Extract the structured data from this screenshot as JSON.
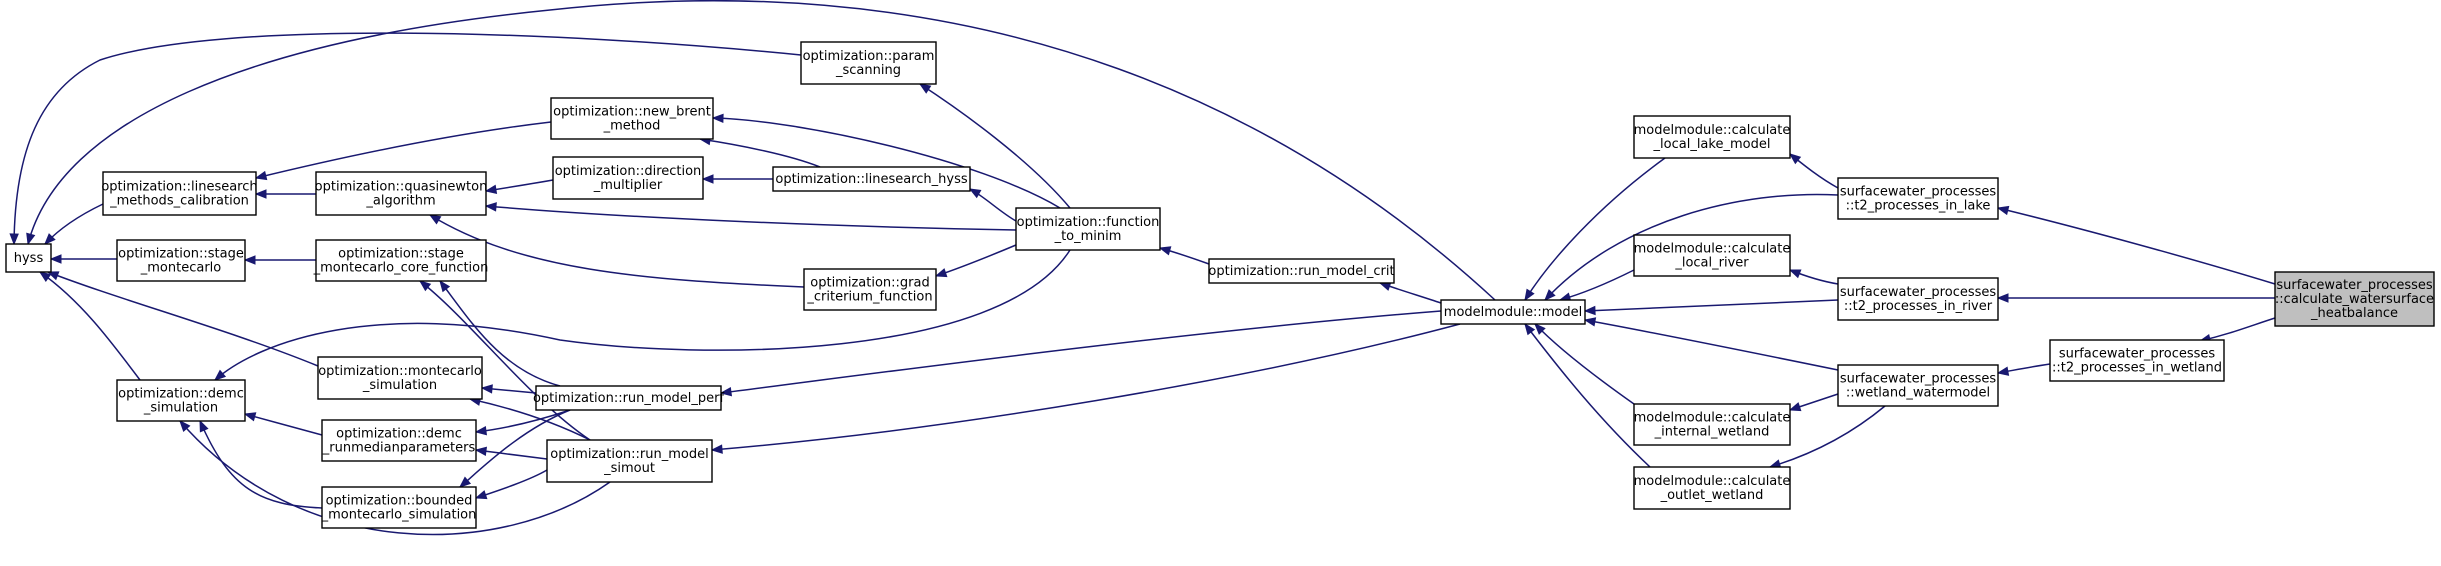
{
  "graph": {
    "direction": "right-to-left",
    "selected_node": "surfacewater_processes_calculate_watersurface_heatbalance",
    "colors": {
      "edge": "#191970",
      "border": "#000000",
      "selected_fill": "#bfbfbf",
      "fill": "#ffffff"
    },
    "nodes": [
      {
        "id": "hyss",
        "lines": [
          "hyss"
        ]
      },
      {
        "id": "optimization_linesearch_methods_calibration",
        "lines": [
          "optimization::linesearch",
          "_methods_calibration"
        ]
      },
      {
        "id": "optimization_stage_montecarlo",
        "lines": [
          "optimization::stage",
          "_montecarlo"
        ]
      },
      {
        "id": "optimization_demc_simulation",
        "lines": [
          "optimization::demc",
          "_simulation"
        ]
      },
      {
        "id": "optimization_new_brent_method",
        "lines": [
          "optimization::new_brent",
          "_method"
        ]
      },
      {
        "id": "optimization_quasinewton_algorithm",
        "lines": [
          "optimization::quasinewton",
          "_algorithm"
        ]
      },
      {
        "id": "optimization_stage_montecarlo_core_function",
        "lines": [
          "optimization::stage",
          "_montecarlo_core_function"
        ]
      },
      {
        "id": "optimization_montecarlo_simulation",
        "lines": [
          "optimization::montecarlo",
          "_simulation"
        ]
      },
      {
        "id": "optimization_demc_runmedianparameters",
        "lines": [
          "optimization::demc",
          "_runmedianparameters"
        ]
      },
      {
        "id": "optimization_bounded_montecarlo_simulation",
        "lines": [
          "optimization::bounded",
          "_montecarlo_simulation"
        ]
      },
      {
        "id": "optimization_param_scanning",
        "lines": [
          "optimization::param",
          "_scanning"
        ]
      },
      {
        "id": "optimization_direction_multiplier",
        "lines": [
          "optimization::direction",
          "_multiplier"
        ]
      },
      {
        "id": "optimization_linesearch_hyss",
        "lines": [
          "optimization::linesearch_hyss"
        ]
      },
      {
        "id": "optimization_grad_criterium_function",
        "lines": [
          "optimization::grad",
          "_criterium_function"
        ]
      },
      {
        "id": "optimization_run_model_perf",
        "lines": [
          "optimization::run_model_perf"
        ]
      },
      {
        "id": "optimization_run_model_simout",
        "lines": [
          "optimization::run_model",
          "_simout"
        ]
      },
      {
        "id": "optimization_function_to_minim",
        "lines": [
          "optimization::function",
          "_to_minim"
        ]
      },
      {
        "id": "optimization_run_model_crit",
        "lines": [
          "optimization::run_model_crit"
        ]
      },
      {
        "id": "modelmodule_model",
        "lines": [
          "modelmodule::model"
        ]
      },
      {
        "id": "modelmodule_calculate_local_lake_model",
        "lines": [
          "modelmodule::calculate",
          "_local_lake_model"
        ]
      },
      {
        "id": "modelmodule_calculate_local_river",
        "lines": [
          "modelmodule::calculate",
          "_local_river"
        ]
      },
      {
        "id": "modelmodule_calculate_internal_wetland",
        "lines": [
          "modelmodule::calculate",
          "_internal_wetland"
        ]
      },
      {
        "id": "modelmodule_calculate_outlet_wetland",
        "lines": [
          "modelmodule::calculate",
          "_outlet_wetland"
        ]
      },
      {
        "id": "surfacewater_processes_t2_processes_in_lake",
        "lines": [
          "surfacewater_processes",
          "::t2_processes_in_lake"
        ]
      },
      {
        "id": "surfacewater_processes_t2_processes_in_river",
        "lines": [
          "surfacewater_processes",
          "::t2_processes_in_river"
        ]
      },
      {
        "id": "surfacewater_processes_wetland_watermodel",
        "lines": [
          "surfacewater_processes",
          "::wetland_watermodel"
        ]
      },
      {
        "id": "surfacewater_processes_t2_processes_in_wetland",
        "lines": [
          "surfacewater_processes",
          "::t2_processes_in_wetland"
        ]
      },
      {
        "id": "surfacewater_processes_calculate_watersurface_heatbalance",
        "lines": [
          "surfacewater_processes",
          "::calculate_watersurface",
          "_heatbalance"
        ]
      }
    ]
  }
}
